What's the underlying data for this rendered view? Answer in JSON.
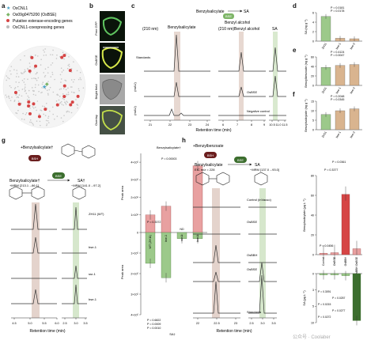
{
  "panel_labels": [
    "a",
    "b",
    "c",
    "d",
    "e",
    "f",
    "g",
    "h"
  ],
  "colors": {
    "red": "#d64545",
    "green": "#7db567",
    "blue": "#4aa3c7",
    "brown": "#c9a89a",
    "lightgreen": "#cfe3c3",
    "bar_red": "#e8a0a0",
    "bar_green": "#9cc98a",
    "bar_tan": "#d9b48f",
    "dark_red": "#6b1e1e",
    "dark_green": "#3c6e2e"
  },
  "a": {
    "legend": [
      {
        "label": "OsCNL1",
        "marker": "star-icon",
        "color": "#4aa3c7"
      },
      {
        "label": "Os09g0475200 (OsBSE)",
        "marker": "diamond-icon",
        "color": "#7db567"
      },
      {
        "label": "Putative esterase-encoding genes",
        "marker": "circle-icon",
        "color": "#d64545"
      },
      {
        "label": "OsCNL1-coexpressing genes",
        "marker": "circle-icon",
        "color": "#bbbbbb"
      }
    ]
  },
  "b": {
    "rows": [
      "Free GFP",
      "OsBSE",
      "Bright field",
      "Overlay"
    ]
  },
  "c": {
    "reaction": {
      "substrate": "Benzylsalicylate",
      "product": "SA",
      "byproduct": "Benzyl alcohol",
      "enzyme": "BSE"
    },
    "cols": [
      "Benzylsalicylate",
      "Benzyl alcohol",
      "SA"
    ],
    "wavelength": "(210 nm)",
    "traces": [
      "Standards",
      "OsBSE",
      "Negative control"
    ],
    "ylabel_a": "(mAU)",
    "xticks": [
      "21",
      "22",
      "23",
      "24",
      "6",
      "7",
      "8",
      "9",
      "10.5",
      "11.0",
      "11.5"
    ],
    "xlabel": "Retention time (min)"
  },
  "d": {
    "ylabel": "SA (ng g⁻¹)",
    "categories": [
      "ZH11",
      "bse-1",
      "bse-2"
    ],
    "values": [
      5.2,
      0.6,
      0.5
    ],
    "ymax": 6,
    "yticks": [
      "0",
      "2",
      "4",
      "6"
    ],
    "pvals": [
      "P = 0.0181",
      "P = 0.0178"
    ]
  },
  "e": {
    "ylabel": "Benzylbenzoate (ng g⁻¹)",
    "categories": [
      "ZH11",
      "bse-1",
      "bse-2"
    ],
    "values": [
      38,
      42,
      44
    ],
    "ymax": 60,
    "yticks": [
      "0",
      "20",
      "40",
      "60"
    ],
    "pvals": [
      "P = 0.4124",
      "P = 0.0047"
    ]
  },
  "f": {
    "ylabel": "Benzylsalicylate (ng g⁻¹)",
    "categories": [
      "ZH11",
      "bse-1",
      "bse-2"
    ],
    "values": [
      8,
      10,
      11
    ],
    "ymax": 15,
    "yticks": [
      "0",
      "5",
      "10",
      "15"
    ],
    "pvals": [
      "P = 0.2048",
      "P = 0.0345"
    ]
  },
  "g": {
    "feed": "+Benzylsalicylate†",
    "enzymes": [
      "BSH",
      "BSE"
    ],
    "mrm_left": "+MRM [213.1→86.1]",
    "mrm_right": "−MRM [141.0→97.2]",
    "intermediate": "Benzylsalicylate†",
    "product": "SA†",
    "traces": [
      "ZH11 (WT)",
      "bse-1",
      "ssr-1",
      "bse-1"
    ],
    "xticks_left": [
      "4.5",
      "5.0",
      "5.5",
      "6.0"
    ],
    "xticks_right": [
      "2.5",
      "3.0",
      "3.5"
    ],
    "xlabel": "Retention time (min)",
    "bar": {
      "title": "Benzylsalicylate†",
      "categories": [
        "WT (ZH11)",
        "bse-1",
        "ssr-1",
        "bse-1"
      ],
      "top_values": [
        1.0,
        1.5,
        0.0,
        3.8
      ],
      "bottom_values": [
        1.5,
        2.2,
        0.3,
        0.3
      ],
      "top_ymax": 4.5,
      "top_yticks": [
        "0",
        "1×10⁵",
        "2×10⁵",
        "3×10⁵",
        "4×10⁵"
      ],
      "bottom_yticks": [
        "1×10⁵",
        "2×10⁵",
        "3×10⁵",
        "4×10⁵"
      ],
      "ylabel": "Peak area",
      "pvals_top": [
        "P = 0.00003",
        "P = 0.3372"
      ],
      "pvals_bottom": [
        "P = 0.6822",
        "P = 0.0009",
        "P = 0.0010"
      ],
      "nd": "ND",
      "xlabel_bottom": "SA†"
    }
  },
  "h": {
    "feed": "+Benzylbenzoate",
    "enzymes": [
      "BSH",
      "BSE"
    ],
    "intermediate": "Benzylsalicylate",
    "detect_left": "EIC m/z = 228",
    "product": "SA",
    "mrm_right": "−MRM [137.0→93.0]",
    "traces": [
      "Control (inVacuo)",
      "OsBSE",
      "OsBBH",
      "OsBSE"
    ],
    "standards": "Standards",
    "xticks_left": [
      "22",
      "22.5",
      "23"
    ],
    "xticks_right": [
      "2.5",
      "3.0",
      "3.5"
    ],
    "xlabel": "Retention time (min)",
    "bar": {
      "categories": [
        "Control",
        "OsBSE",
        "OsBBH",
        "OsBBH OsBSE"
      ],
      "top_values": [
        1.5,
        2.0,
        61,
        6.0
      ],
      "bottom_values": [
        0.3,
        0.3,
        0.5,
        11.5
      ],
      "top_ymax": 80,
      "top_yticks": [
        "0",
        "20",
        "40",
        "60",
        "80"
      ],
      "bottom_yticks": [
        "0",
        "3",
        "5",
        "10"
      ],
      "ylabel_top": "Benzylsalicylate (μg L⁻¹)",
      "ylabel_bottom": "SA (μg L⁻¹)",
      "pvals_top": [
        "P = 0.0361",
        "P = 0.3377",
        "P = 0.0456"
      ],
      "pvals_bottom": [
        "P = 0.3091",
        "P = 0.0257",
        "P = 0.0215",
        "P = 0.0277",
        "P = 0.0272"
      ]
    }
  },
  "watermark": "公众号 · Coolaber"
}
